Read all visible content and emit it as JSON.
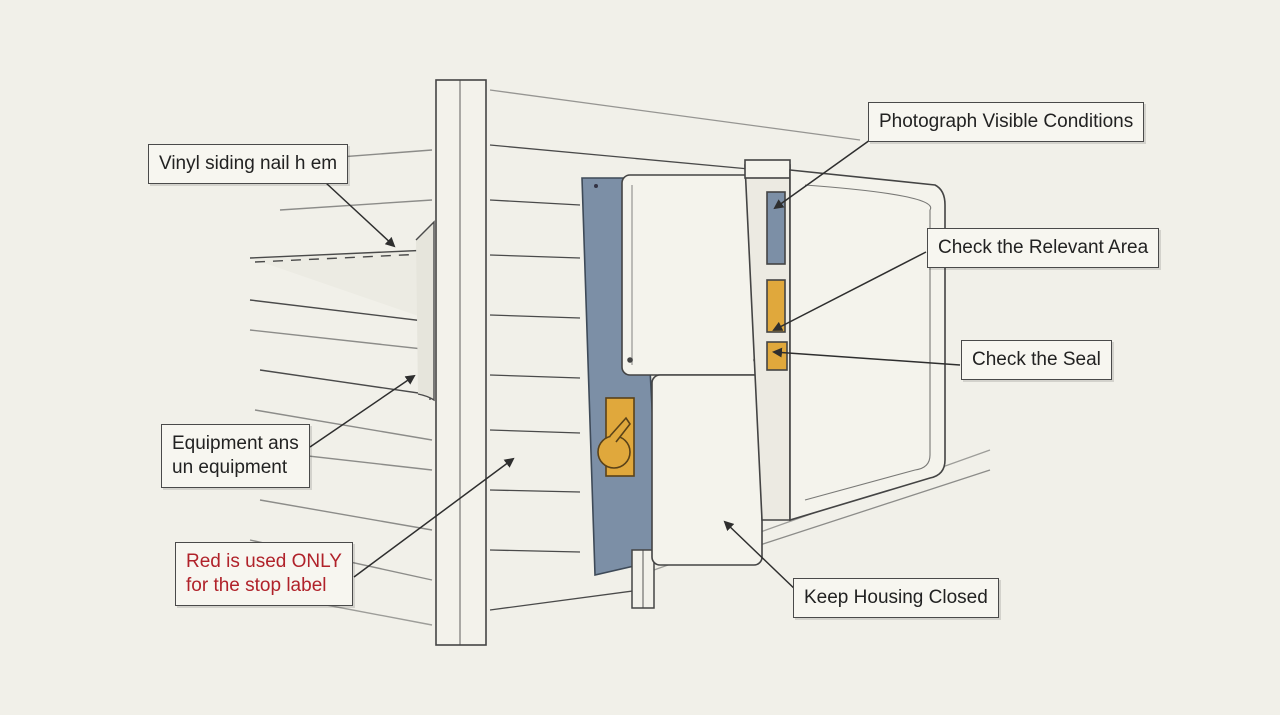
{
  "colors": {
    "background": "#f1f0e9",
    "ink": "#3b3b3b",
    "panel_blue": "#7c8fa6",
    "tag_orange": "#e0a83c",
    "housing": "#f4f3ec",
    "red_label": "#b0222a"
  },
  "callouts": {
    "photograph": "Photograph Visible Conditions",
    "relevant_area": "Check the Relevant Area",
    "seal": "Check the Seal",
    "housing_closed": "Keep Housing Closed",
    "vinyl": "Vinyl siding nail h em",
    "equipment": {
      "line1": "Equipment ans",
      "line2": "un equipment"
    },
    "red_note": {
      "line1": "Red is used ONLY",
      "line2": "for the stop label"
    }
  }
}
